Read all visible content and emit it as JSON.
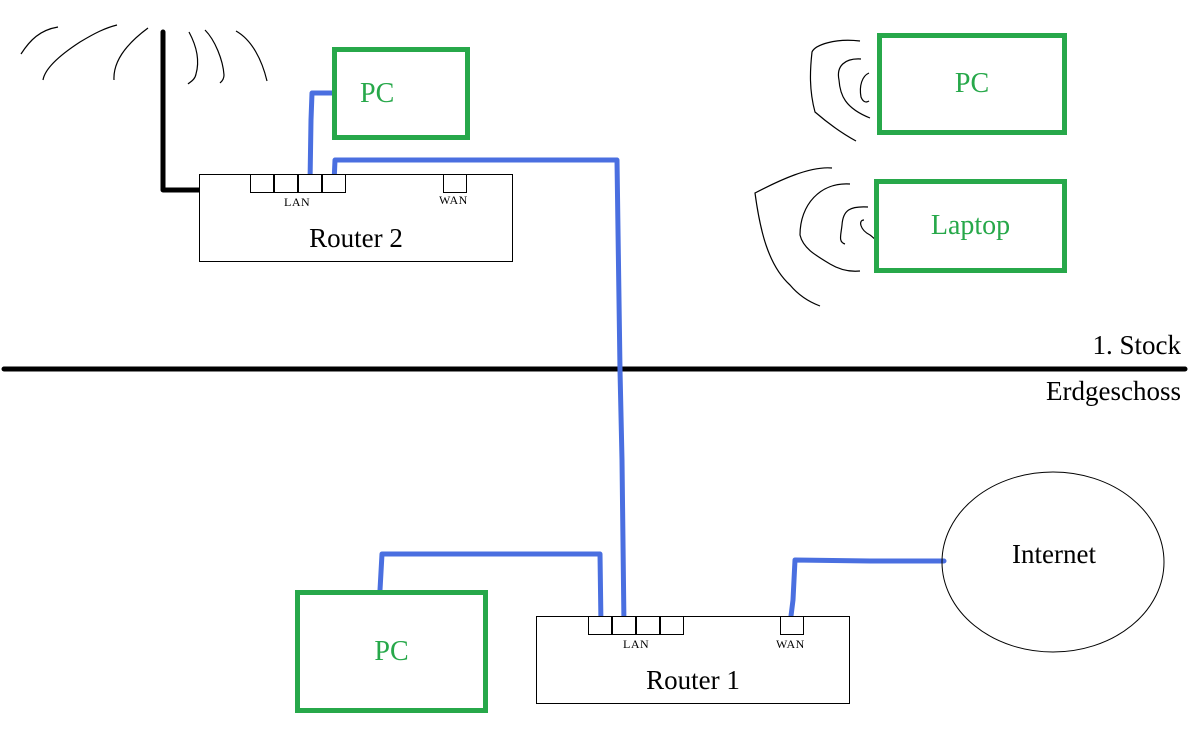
{
  "diagram": {
    "type": "home-network",
    "floors": {
      "upper": "1. Stock",
      "ground": "Erdgeschoss"
    },
    "routers": [
      {
        "id": "router2",
        "label": "Router 2",
        "lan_label": "LAN",
        "wan_label": "WAN",
        "floor": "upper",
        "has_antenna": true
      },
      {
        "id": "router1",
        "label": "Router 1",
        "lan_label": "LAN",
        "wan_label": "WAN",
        "floor": "ground"
      }
    ],
    "devices": [
      {
        "id": "pc-upper-wired",
        "label": "PC",
        "floor": "upper",
        "connection": "LAN cable to Router 2"
      },
      {
        "id": "pc-upper-wifi",
        "label": "PC",
        "floor": "upper",
        "connection": "WLAN"
      },
      {
        "id": "laptop-upper-wifi",
        "label": "Laptop",
        "floor": "upper",
        "connection": "WLAN"
      },
      {
        "id": "pc-ground-wired",
        "label": "PC",
        "floor": "ground",
        "connection": "LAN cable to Router 1"
      }
    ],
    "cloud": {
      "label": "Internet"
    },
    "links": [
      {
        "from": "pc-upper-wired",
        "to": "router2",
        "port": "LAN 3",
        "type": "cable"
      },
      {
        "from": "router2",
        "to": "router1",
        "from_port": "LAN 4",
        "to_port": "LAN 2",
        "type": "cable"
      },
      {
        "from": "pc-ground-wired",
        "to": "router1",
        "port": "LAN 1",
        "type": "cable"
      },
      {
        "from": "router1",
        "to": "Internet",
        "port": "WAN",
        "type": "cable"
      }
    ],
    "colors": {
      "device_box": "#27a84a",
      "cable": "#4a6fe0",
      "lines": "#000000"
    }
  }
}
